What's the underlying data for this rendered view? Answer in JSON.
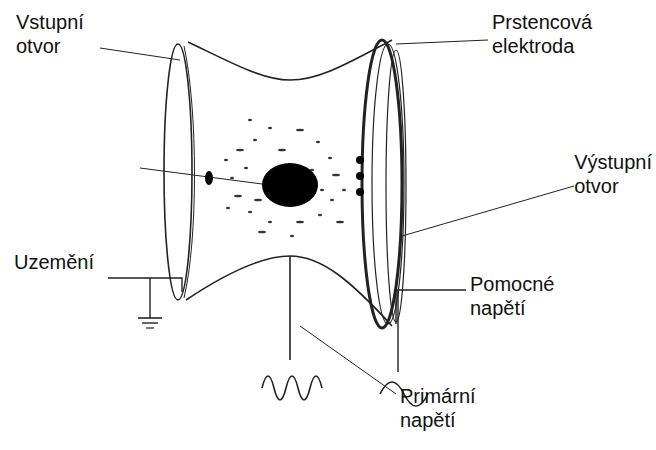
{
  "diagram": {
    "labels": [
      "Vstupní otvor",
      "Prstencová elektroda",
      "Výstupní otvor",
      "Uzemění",
      "Pomocné napětí",
      "Primární napětí"
    ]
  }
}
